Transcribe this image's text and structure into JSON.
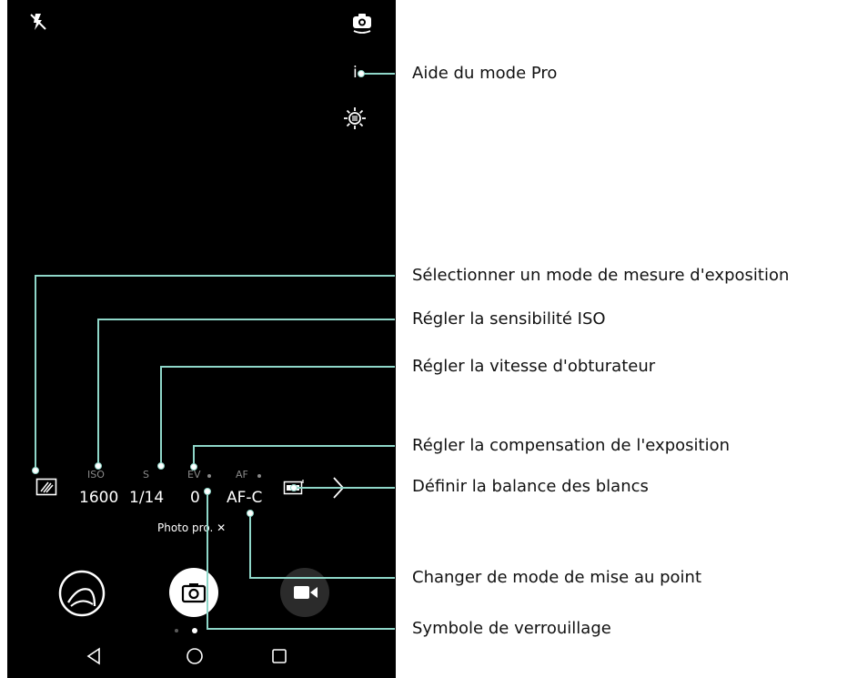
{
  "camera": {
    "pro_info_label": "i",
    "setting_labels": {
      "iso": "ISO",
      "shutter": "S",
      "ev": "EV",
      "af": "AF"
    },
    "setting_values": {
      "iso": "1600",
      "shutter": "1/14",
      "ev": "0",
      "af": "AF-C"
    },
    "mode_pill": "Photo pro. ✕"
  },
  "annotations": {
    "pro_help": "Aide du mode Pro",
    "metering": "Sélectionner un mode de mesure d'exposition",
    "iso": "Régler la sensibilité ISO",
    "shutter": "Régler la vitesse d'obturateur",
    "ev": "Régler la compensation de l'exposition",
    "wb": "Définir la balance des blancs",
    "focus": "Changer de mode de mise au point",
    "lock": "Symbole de verrouillage"
  },
  "colors": {
    "callout": "#8fd7c9",
    "phone_bg": "#000000"
  },
  "icons": {
    "flash": "flash-off-icon",
    "switch": "switch-camera-icon",
    "settings": "brightness-settings-icon",
    "metering": "metering-icon",
    "wb": "white-balance-icon",
    "chevron": "chevron-right-icon",
    "gallery": "gallery-icon",
    "shutter": "shutter-icon",
    "video": "video-icon",
    "back": "nav-back-icon",
    "home": "nav-home-icon",
    "recent": "nav-recent-icon"
  }
}
